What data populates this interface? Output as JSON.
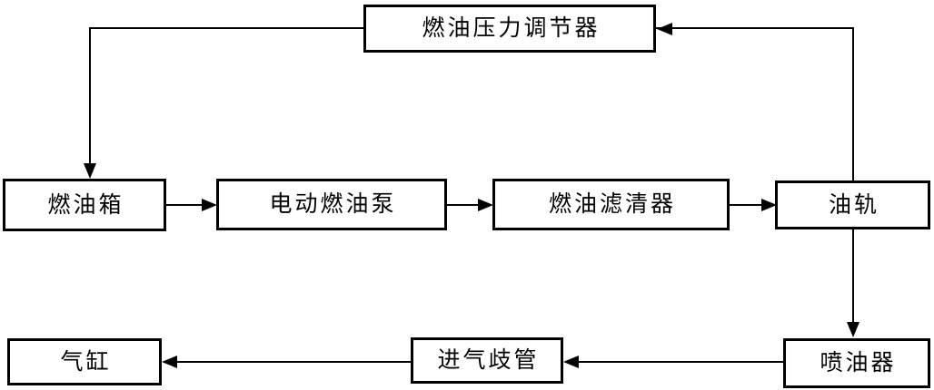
{
  "diagram": {
    "type": "flowchart",
    "title": "",
    "background_color": "#ffffff",
    "line_color": "#000000",
    "nodes": [
      {
        "id": "regulator",
        "label": "燃油压力调节器",
        "row": "top"
      },
      {
        "id": "fuel-tank",
        "label": "燃油箱",
        "row": "middle"
      },
      {
        "id": "electric-fuel-pump",
        "label": "电动燃油泵",
        "row": "middle"
      },
      {
        "id": "fuel-filter",
        "label": "燃油滤清器",
        "row": "middle"
      },
      {
        "id": "fuel-rail",
        "label": "油轨",
        "row": "middle"
      },
      {
        "id": "cylinder",
        "label": "气缸",
        "row": "bottom"
      },
      {
        "id": "intake-manifold",
        "label": "进气歧管",
        "row": "bottom"
      },
      {
        "id": "fuel-injector",
        "label": "喷油器",
        "row": "bottom"
      }
    ],
    "edges": [
      {
        "from": "regulator",
        "to": "fuel-tank",
        "direction": "down",
        "style": "elbow"
      },
      {
        "from": "fuel-tank",
        "to": "electric-fuel-pump",
        "direction": "right",
        "style": "straight"
      },
      {
        "from": "electric-fuel-pump",
        "to": "fuel-filter",
        "direction": "right",
        "style": "straight"
      },
      {
        "from": "fuel-filter",
        "to": "fuel-rail",
        "direction": "right",
        "style": "straight"
      },
      {
        "from": "fuel-rail",
        "to": "regulator",
        "direction": "left",
        "style": "elbow"
      },
      {
        "from": "fuel-rail",
        "to": "fuel-injector",
        "direction": "down",
        "style": "straight"
      },
      {
        "from": "fuel-injector",
        "to": "intake-manifold",
        "direction": "left",
        "style": "straight"
      },
      {
        "from": "intake-manifold",
        "to": "cylinder",
        "direction": "left",
        "style": "straight"
      }
    ]
  }
}
